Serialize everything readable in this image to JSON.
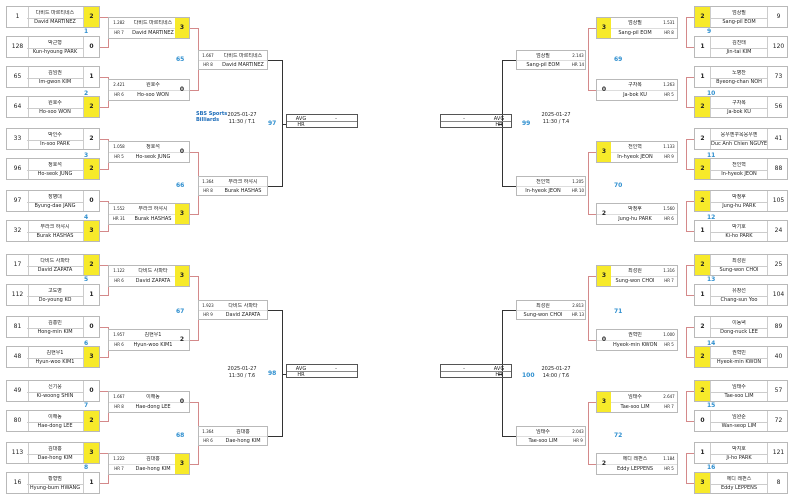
{
  "logo": {
    "line1": "SBS Sports",
    "line2": "Billiards"
  },
  "round1": [
    {
      "seed": "1",
      "kr": "다비드 마르티네스",
      "en": "David MARTINEZ",
      "score": "2",
      "hl": true
    },
    {
      "seed": "128",
      "kr": "박근형",
      "en": "Kun-hyoung PARK",
      "score": "0",
      "hl": false
    },
    {
      "seed": "65",
      "kr": "김임권",
      "en": "Im-gwon KIM",
      "score": "1",
      "hl": false
    },
    {
      "seed": "64",
      "kr": "원호수",
      "en": "Ho-soo WON",
      "score": "2",
      "hl": true
    },
    {
      "seed": "33",
      "kr": "박인수",
      "en": "In-soo PARK",
      "score": "2",
      "hl": false
    },
    {
      "seed": "96",
      "kr": "정호석",
      "en": "Ho-seok JUNG",
      "score": "2",
      "hl": true
    },
    {
      "seed": "97",
      "kr": "장병대",
      "en": "Byung-dae JANG",
      "score": "0",
      "hl": false
    },
    {
      "seed": "32",
      "kr": "부라크 하샤시",
      "en": "Burak HASHAS",
      "score": "3",
      "hl": true
    },
    {
      "seed": "17",
      "kr": "다비드 사파타",
      "en": "David ZAPATA",
      "score": "2",
      "hl": true
    },
    {
      "seed": "112",
      "kr": "고도영",
      "en": "Do-young KO",
      "score": "1",
      "hl": false
    },
    {
      "seed": "81",
      "kr": "김홍민",
      "en": "Hong-min KIM",
      "score": "0",
      "hl": false
    },
    {
      "seed": "48",
      "kr": "김현우1",
      "en": "Hyun-woo KIM1",
      "score": "3",
      "hl": true
    },
    {
      "seed": "49",
      "kr": "신기웅",
      "en": "Ki-woong SHIN",
      "score": "0",
      "hl": false
    },
    {
      "seed": "80",
      "kr": "이해동",
      "en": "Hae-dong LEE",
      "score": "2",
      "hl": true
    },
    {
      "seed": "113",
      "kr": "김대홍",
      "en": "Dae-hong KIM",
      "score": "3",
      "hl": true
    },
    {
      "seed": "16",
      "kr": "황형범",
      "en": "Hyung-bum HWANG",
      "score": "1",
      "hl": false
    },
    {
      "seed": "9",
      "kr": "엄상필",
      "en": "Sang-pil EOM",
      "score": "2",
      "hl": true
    },
    {
      "seed": "120",
      "kr": "김진태",
      "en": "Jin-tai KIM",
      "score": "1",
      "hl": false
    },
    {
      "seed": "73",
      "kr": "노병찬",
      "en": "Byeong-chan NOH",
      "score": "1",
      "hl": false
    },
    {
      "seed": "56",
      "kr": "구자복",
      "en": "Ja-bok KU",
      "score": "2",
      "hl": true
    },
    {
      "seed": "41",
      "kr": "응우옌꾸옥응우옌",
      "en": "Duc Anh Chien NGUYEN",
      "score": "2",
      "hl": false
    },
    {
      "seed": "88",
      "kr": "전인혁",
      "en": "In-hyeok JEON",
      "score": "2",
      "hl": true
    },
    {
      "seed": "105",
      "kr": "박정후",
      "en": "Jung-hu PARK",
      "score": "2",
      "hl": true
    },
    {
      "seed": "24",
      "kr": "박기호",
      "en": "Ki-ho PARK",
      "score": "1",
      "hl": false
    },
    {
      "seed": "25",
      "kr": "최성원",
      "en": "Sung-won CHOI",
      "score": "2",
      "hl": true
    },
    {
      "seed": "104",
      "kr": "유창선",
      "en": "Chang-sun Yoo",
      "score": "1",
      "hl": false
    },
    {
      "seed": "89",
      "kr": "이동녁",
      "en": "Dong-nuck LEE",
      "score": "2",
      "hl": false
    },
    {
      "seed": "40",
      "kr": "권혁민",
      "en": "Hyeok-min KWON",
      "score": "2",
      "hl": true
    },
    {
      "seed": "57",
      "kr": "임태수",
      "en": "Tae-soo LIM",
      "score": "2",
      "hl": true
    },
    {
      "seed": "72",
      "kr": "임완순",
      "en": "Wan-seop LIM",
      "score": "0",
      "hl": false
    },
    {
      "seed": "121",
      "kr": "박지호",
      "en": "Ji-ho PARK",
      "score": "1",
      "hl": false
    },
    {
      "seed": "8",
      "kr": "에디 레펀스",
      "en": "Eddy LEPPENS",
      "score": "3",
      "hl": true
    }
  ],
  "mnum_r1": [
    "1",
    "2",
    "3",
    "4",
    "5",
    "6",
    "7",
    "8",
    "9",
    "10",
    "11",
    "12",
    "13",
    "14",
    "15",
    "16"
  ],
  "round2": [
    {
      "avg": "1.282",
      "hr": "HR 7",
      "kr": "다비드 마르티네스",
      "en": "David MARTINEZ",
      "score": "3",
      "hl": true
    },
    {
      "avg": "2.421",
      "hr": "HR 6",
      "kr": "원호수",
      "en": "Ho-soo WON",
      "score": "0",
      "hl": false
    },
    {
      "avg": "1.058",
      "hr": "HR 5",
      "kr": "정호석",
      "en": "Ho-seok JUNG",
      "score": "0",
      "hl": false
    },
    {
      "avg": "1.552",
      "hr": "HR 31",
      "kr": "부라크 하샤시",
      "en": "Burak HASHAS",
      "score": "3",
      "hl": true
    },
    {
      "avg": "1.122",
      "hr": "HR 6",
      "kr": "다비드 사파타",
      "en": "David ZAPATA",
      "score": "3",
      "hl": true
    },
    {
      "avg": "1.957",
      "hr": "HR 6",
      "kr": "김현우1",
      "en": "Hyun-woo KIM1",
      "score": "2",
      "hl": false
    },
    {
      "avg": "1.667",
      "hr": "HR 8",
      "kr": "이해동",
      "en": "Hae-dong LEE",
      "score": "0",
      "hl": false
    },
    {
      "avg": "1.222",
      "hr": "HR 7",
      "kr": "김대홍",
      "en": "Dae-hong KIM",
      "score": "3",
      "hl": true
    },
    {
      "avg": "1.531",
      "hr": "HR 8",
      "kr": "엄상필",
      "en": "Sang-pil EOM",
      "score": "3",
      "hl": true
    },
    {
      "avg": "1.263",
      "hr": "HR 5",
      "kr": "구자복",
      "en": "Ja-bok KU",
      "score": "0",
      "hl": false
    },
    {
      "avg": "1.133",
      "hr": "HR 9",
      "kr": "전인혁",
      "en": "In-hyeok JEON",
      "score": "3",
      "hl": true
    },
    {
      "avg": "1.560",
      "hr": "HR 6",
      "kr": "박정후",
      "en": "Jung-hu PARK",
      "score": "2",
      "hl": false
    },
    {
      "avg": "1.316",
      "hr": "HR 7",
      "kr": "최성원",
      "en": "Sung-won CHOI",
      "score": "3",
      "hl": true
    },
    {
      "avg": "1.000",
      "hr": "HR 5",
      "kr": "권혁민",
      "en": "Hyeok-min KWON",
      "score": "0",
      "hl": false
    },
    {
      "avg": "2.647",
      "hr": "HR 7",
      "kr": "임태수",
      "en": "Tae-soo LIM",
      "score": "3",
      "hl": true
    },
    {
      "avg": "1.184",
      "hr": "HR 5",
      "kr": "에디 레펀스",
      "en": "Eddy LEPPENS",
      "score": "2",
      "hl": false
    }
  ],
  "mnum_r2": [
    "65",
    "66",
    "67",
    "68",
    "69",
    "70",
    "71",
    "72"
  ],
  "round3": [
    {
      "avg": "1.667",
      "hr": "HR 8",
      "kr": "다비드 마르티네스",
      "en": "David MARTINEZ"
    },
    {
      "avg": "1.364",
      "hr": "HR 8",
      "kr": "부라크 하샤시",
      "en": "Burak HASHAS"
    },
    {
      "avg": "1.923",
      "hr": "HR 9",
      "kr": "다비드 사파타",
      "en": "David ZAPATA"
    },
    {
      "avg": "1.364",
      "hr": "HR 6",
      "kr": "김대홍",
      "en": "Dae-hong KIM"
    },
    {
      "avg": "2.143",
      "hr": "HR 14",
      "kr": "엄상필",
      "en": "Sang-pil EOM"
    },
    {
      "avg": "1.205",
      "hr": "HR 10",
      "kr": "전인혁",
      "en": "In-hyeok JEON"
    },
    {
      "avg": "2.813",
      "hr": "HR 13",
      "kr": "최성원",
      "en": "Sung-won CHOI"
    },
    {
      "avg": "2.043",
      "hr": "HR 9",
      "kr": "임태수",
      "en": "Tae-soo LIM"
    }
  ],
  "mnum_r3": [
    "97",
    "98",
    "99",
    "100"
  ],
  "schedules": [
    "2025-01-27\n11:30 / T.1",
    "2025-01-27\n11:30 / T.6",
    "2025-01-27\n11:30 / T.4",
    "2025-01-27\n14:00 / T.6"
  ],
  "qf_boxes": [
    {
      "avg_label": "AVG",
      "hr_label": "HR",
      "value": "-"
    },
    {
      "avg_label": "AVG",
      "hr_label": "HR",
      "value": "-"
    },
    {
      "avg_label": "AVG",
      "hr_label": "HR",
      "value": "-"
    },
    {
      "avg_label": "AVG",
      "hr_label": "HR",
      "value": "-"
    }
  ]
}
